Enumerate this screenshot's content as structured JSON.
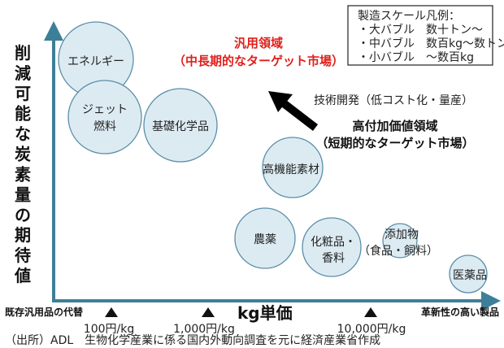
{
  "colors": {
    "axis": "#3d7f99",
    "bubble_fill": "#dcebf2",
    "bubble_stroke": "#5a8ea8",
    "highlight": "#e0201c"
  },
  "legend": {
    "title": "製造スケール凡例：",
    "lines": [
      "・大バブル　数十トン〜",
      "・中バブル　数百kg〜数トン",
      "・小バブル　〜数百kg"
    ]
  },
  "y_axis_label": "削減可能な炭素量の期待値",
  "x_axis_label": "kg単価",
  "x_left_label": "既存汎用品の代替",
  "x_right_label": "革新性の高い製品",
  "price_marks": [
    "100円/kg",
    "1,000円/kg",
    "10,000円/kg"
  ],
  "general_area": {
    "line1": "汎用領域",
    "line2": "（中長期的なターゲット市場）"
  },
  "high_value_area": {
    "line1": "高付加価値領域",
    "line2": "（短期的なターゲット市場）"
  },
  "arrow_label": "技術開発（低コスト化・量産）",
  "bubbles": [
    {
      "lines": [
        "エネルギー"
      ]
    },
    {
      "lines": [
        "ジェット",
        "燃料"
      ]
    },
    {
      "lines": [
        "基礎化学品"
      ]
    },
    {
      "lines": [
        "高機能素材"
      ]
    },
    {
      "lines": [
        "農薬"
      ]
    },
    {
      "lines": [
        "化粧品・",
        "香料"
      ]
    },
    {
      "lines": [
        "添加物",
        "（食品・飼料）"
      ]
    },
    {
      "lines": [
        "医薬品"
      ]
    }
  ],
  "source": "（出所）ADL　生物化学産業に係る国内外動向調査を元に経済産業省作成"
}
